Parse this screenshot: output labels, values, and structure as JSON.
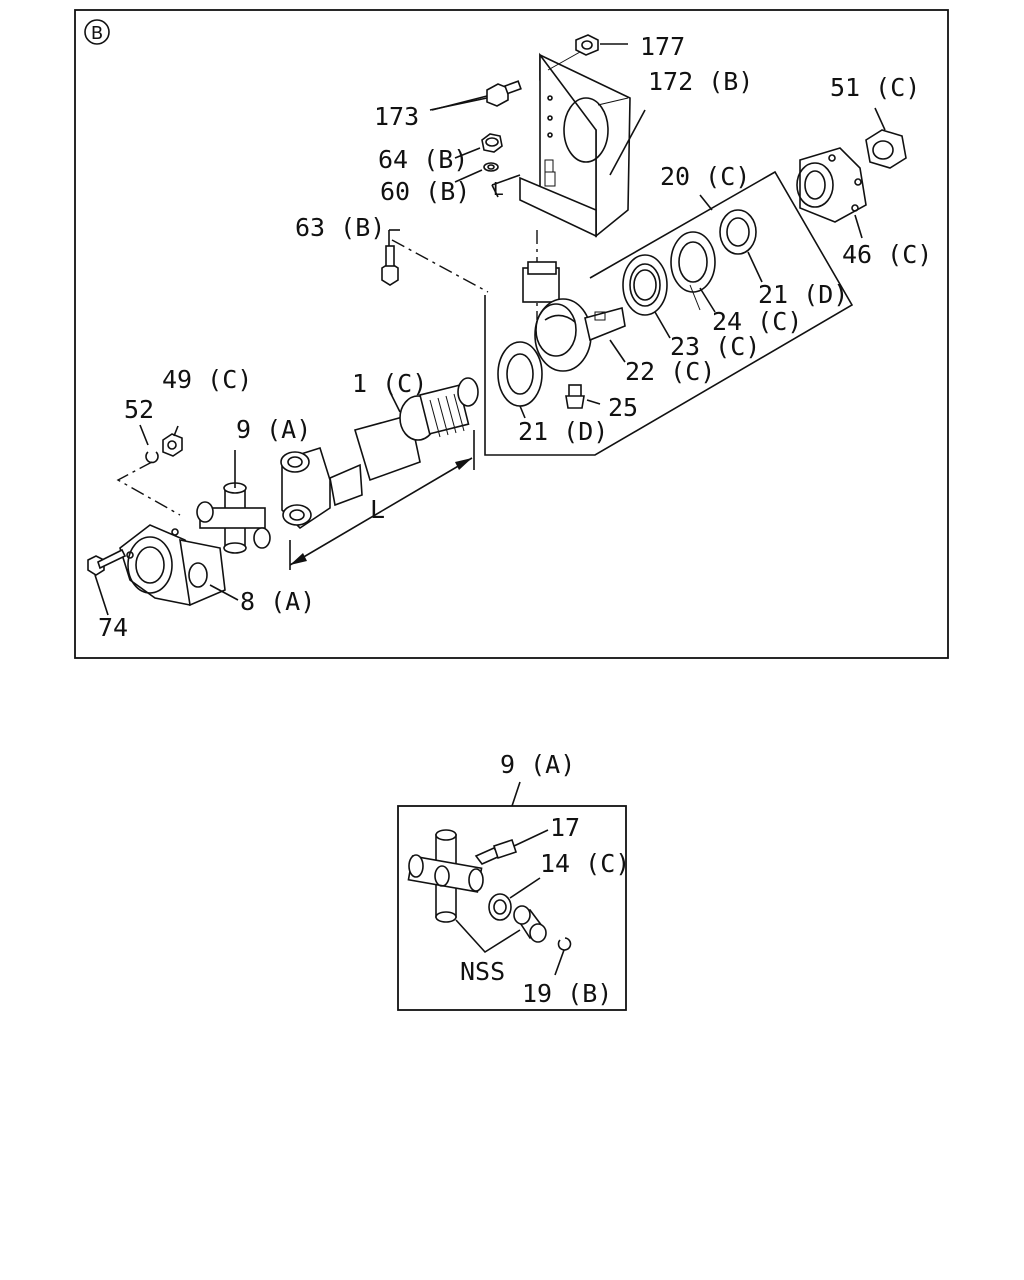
{
  "main_diagram": {
    "view_marker": "B",
    "labels": {
      "p177": "177",
      "p172": "172 (B)",
      "p173": "173",
      "p51": "51 (C)",
      "p64": "64 (B)",
      "p60": "60 (B)",
      "p20": "20 (C)",
      "p63": "63 (B)",
      "p46": "46 (C)",
      "p21d_right": "21 (D)",
      "p24": "24 (C)",
      "p23": "23 (C)",
      "p22": "22 (C)",
      "p49": "49 (C)",
      "p1": "1 (C)",
      "p52": "52",
      "p9": "9 (A)",
      "p25": "25",
      "p21d_left": "21 (D)",
      "dim_l": "L",
      "p8": "8 (A)",
      "p74": "74",
      "bracket_l": "L"
    }
  },
  "detail_diagram": {
    "title": "9 (A)",
    "labels": {
      "p17": "17",
      "p14": "14 (C)",
      "nss": "NSS",
      "p19": "19 (B)"
    }
  }
}
